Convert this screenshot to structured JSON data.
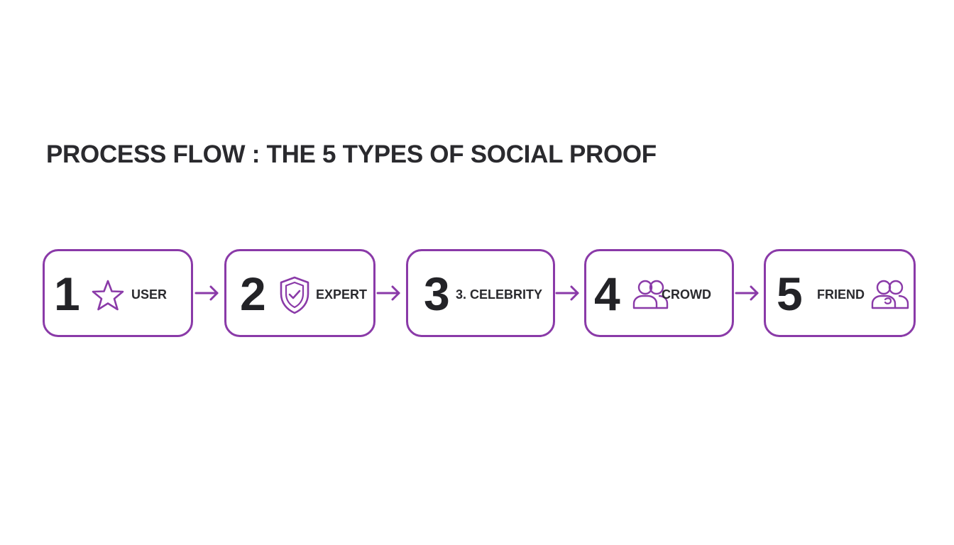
{
  "title": "PROCESS FLOW : THE 5 TYPES OF SOCIAL PROOF",
  "colors": {
    "accent": "#8a3aa8",
    "text": "#232327"
  },
  "steps": [
    {
      "number": "1",
      "label": "USER",
      "icon": "star-icon"
    },
    {
      "number": "2",
      "label": "EXPERT",
      "icon": "shield-check-icon"
    },
    {
      "number": "3",
      "label": "3. CELEBRITY",
      "icon": ""
    },
    {
      "number": "4",
      "label": "CROWD",
      "icon": "people-group-icon"
    },
    {
      "number": "5",
      "label": "FRIEND",
      "icon": "friends-icon"
    }
  ]
}
